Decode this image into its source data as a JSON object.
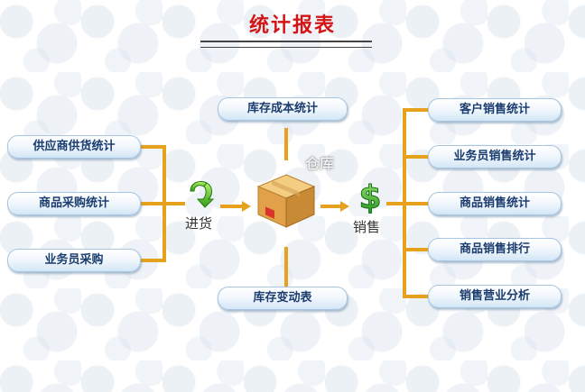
{
  "header": {
    "title": "统计报表"
  },
  "left": {
    "items": [
      {
        "label": "供应商供货统计"
      },
      {
        "label": "商品采购统计"
      },
      {
        "label": "业务员采购"
      }
    ],
    "purchase_label": "进货"
  },
  "center": {
    "top_item": {
      "label": "库存成本统计"
    },
    "bottom_item": {
      "label": "库存变动表"
    },
    "warehouse_label": "仓库"
  },
  "right": {
    "sales_label": "销售",
    "items": [
      {
        "label": "客户销售统计"
      },
      {
        "label": "业务员销售统计"
      },
      {
        "label": "商品销售统计"
      },
      {
        "label": "商品销售排行"
      },
      {
        "label": "销售营业分析"
      }
    ]
  },
  "colors": {
    "title": "#d31515",
    "connector": "#e6a21c",
    "pill_text": "#1a3c6e"
  }
}
